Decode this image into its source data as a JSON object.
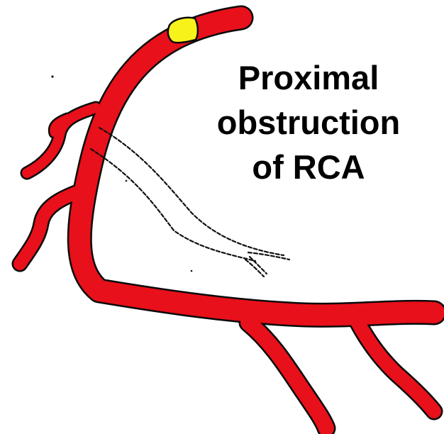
{
  "caption": {
    "line1": "Proximal",
    "line2": "obstruction",
    "line3": "of RCA"
  },
  "colors": {
    "artery": "#e8101a",
    "outline": "#0a0a0a",
    "obstruction": "#f7f21a",
    "collateral": "#111111",
    "background": "#ffffff"
  }
}
